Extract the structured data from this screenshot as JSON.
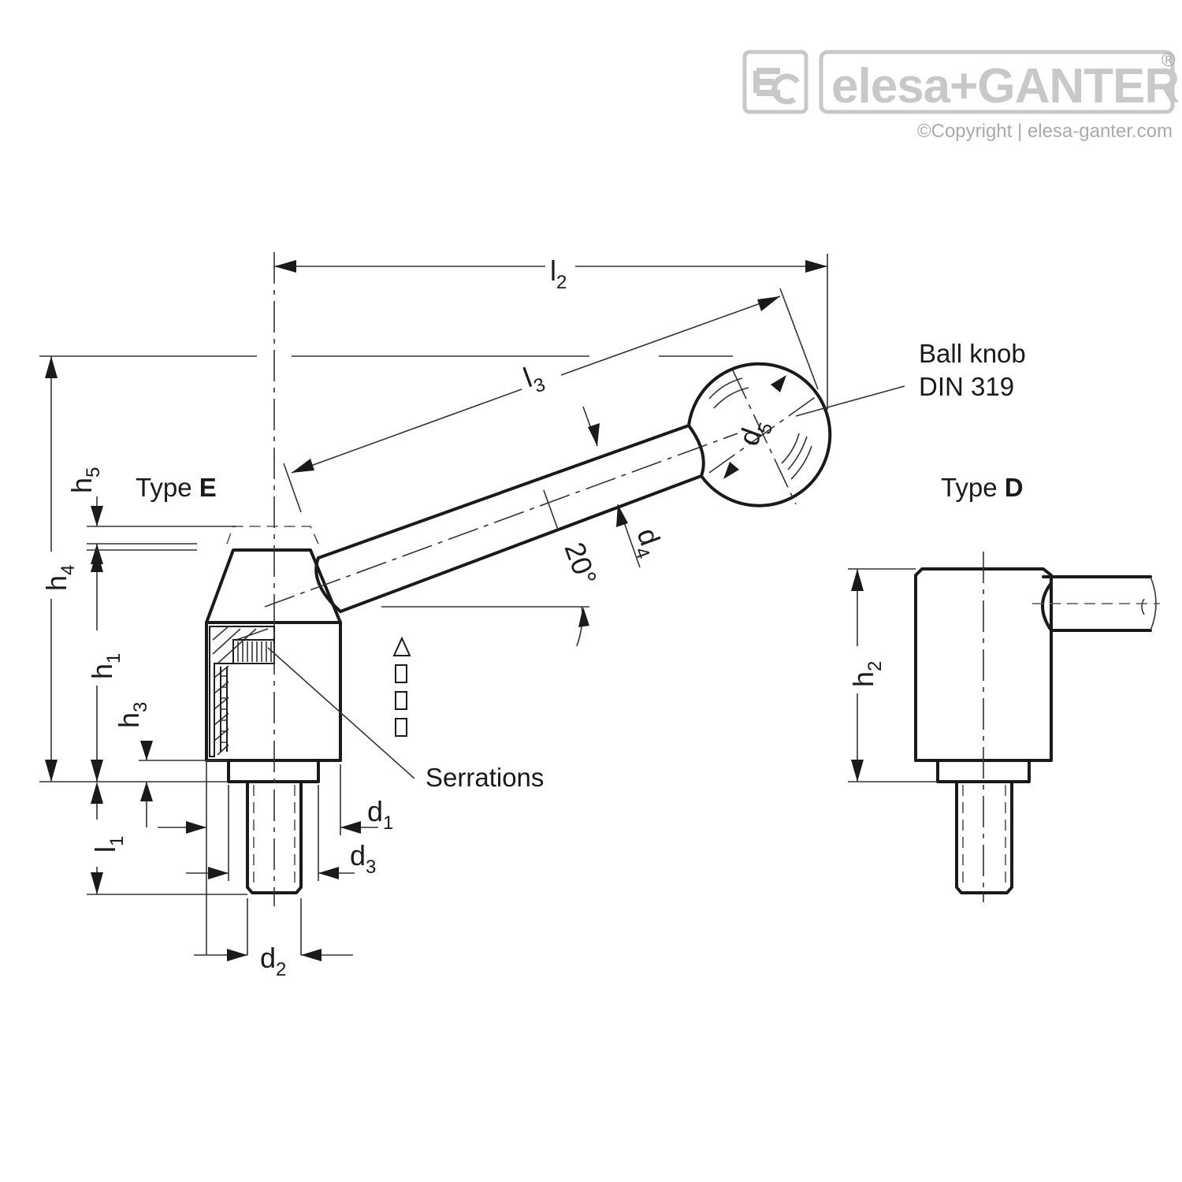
{
  "brand": {
    "mark": "eG",
    "name": "elesa+GANTER",
    "registered": "®",
    "copyright": "©Copyright | elesa-ganter.com",
    "logo_color": "#c8c8c8"
  },
  "labels": {
    "type_e_prefix": "Type ",
    "type_e_letter": "E",
    "type_d_prefix": "Type ",
    "type_d_letter": "D",
    "ball_knob_line1": "Ball knob",
    "ball_knob_line2": "DIN 319",
    "serrations": "Serrations",
    "angle": "20°"
  },
  "dimensions": [
    {
      "id": "l2",
      "base": "l",
      "sub": "2"
    },
    {
      "id": "l3",
      "base": "l",
      "sub": "3"
    },
    {
      "id": "l1",
      "base": "l",
      "sub": "1"
    },
    {
      "id": "h4",
      "base": "h",
      "sub": "4"
    },
    {
      "id": "h5",
      "base": "h",
      "sub": "5"
    },
    {
      "id": "h1",
      "base": "h",
      "sub": "1"
    },
    {
      "id": "h3",
      "base": "h",
      "sub": "3"
    },
    {
      "id": "h2",
      "base": "h",
      "sub": "2"
    },
    {
      "id": "d1",
      "base": "d",
      "sub": "1"
    },
    {
      "id": "d2",
      "base": "d",
      "sub": "2"
    },
    {
      "id": "d3",
      "base": "d",
      "sub": "3"
    },
    {
      "id": "d4",
      "base": "d",
      "sub": "4"
    },
    {
      "id": "d5",
      "base": "d",
      "sub": "5"
    }
  ]
}
